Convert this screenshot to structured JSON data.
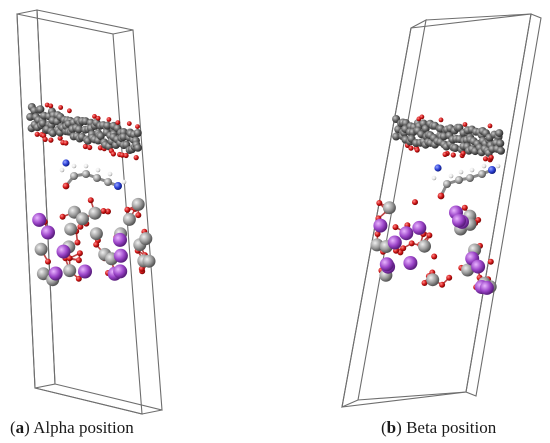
{
  "figure": {
    "panels": [
      {
        "letter": "a",
        "label": "Alpha position"
      },
      {
        "letter": "b",
        "label": "Beta position"
      }
    ]
  },
  "colors": {
    "cell_edge": "#6e6e6e",
    "graphene": "#5a5a5a",
    "oxygen": "#d01515",
    "carbon_light": "#a8a8a8",
    "metal": "#9b44c8",
    "nitrogen": "#2b3fd6",
    "hydrogen": "#f2f2f2"
  }
}
